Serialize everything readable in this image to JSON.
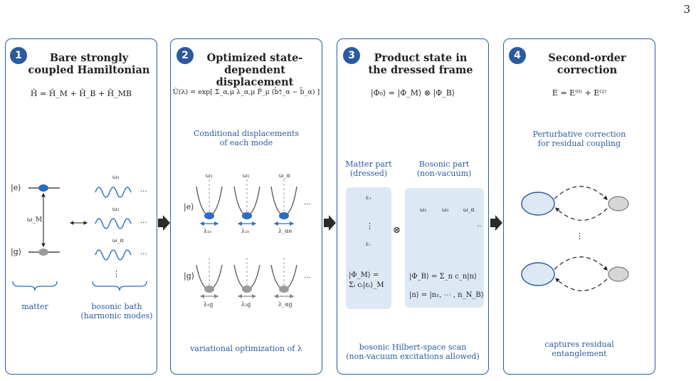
{
  "page_number": "3",
  "panels": [
    {
      "badge": "1",
      "title_line1": "Bare strongly",
      "title_line2": "coupled Hamiltonian",
      "equation": "Ĥ = Ĥ_M + Ĥ_B + Ĥ_MB",
      "labels": {
        "e": "|e⟩",
        "g": "|g⟩",
        "omega_m": "ω_M",
        "w1": "ω₁",
        "w2": "ω₂",
        "wa": "ω_α",
        "dots": "...",
        "vdots": "⋮",
        "matter": "matter",
        "bath_line1": "bosonic bath",
        "bath_line2": "(harmonic modes)"
      }
    },
    {
      "badge": "2",
      "title_line1": "Optimized state-",
      "title_line2": "dependent displacement",
      "equation": "Û(λ) = exp[ Σ_α,μ λ_α,μ P̂_μ (b̂†_α − b̂_α) ]",
      "caption_line1": "Conditional displacements",
      "caption_line2": "of each mode",
      "labels": {
        "e": "|e⟩",
        "g": "|g⟩",
        "w1": "ω₁",
        "w2": "ω₂",
        "wa": "ω_α",
        "l1e": "λ₁ₑ",
        "l2e": "λ₂ₑ",
        "lae": "λ_αe",
        "l1g": "λ₁g",
        "l2g": "λ₂g",
        "lag": "λ_αg",
        "dots": "..."
      },
      "footer": "variational optimization of λ"
    },
    {
      "badge": "3",
      "title_line1": "Product state in",
      "title_line2": "the dressed frame",
      "equation": "|Φ₀⟩ = |Φ_M⟩ ⊗ |Φ_B⟩",
      "matter_line1": "Matter part",
      "matter_line2": "(dressed)",
      "bosonic_line1": "Bosonic part",
      "bosonic_line2": "(non-vacuum)",
      "labels": {
        "eps_plus": "ε₊",
        "eps_minus": "ε₋",
        "vdots": "⋮",
        "otimes": "⊗",
        "phi_m_line1": "|Φ_M⟩ =",
        "phi_m_line2": "Σᵢ cᵢ|εᵢ⟩_M",
        "phi_b": "|Φ_B⟩ = Σ_n c_n|n⟩",
        "n_state": "|n⟩ = |n₁, ⋯ , n_N_B⟩",
        "w1": "ω₁",
        "w2": "ω₂",
        "wa": "ω_α",
        "dots": ".."
      },
      "footer_line1": "bosonic Hilbert-space scan",
      "footer_line2": "(non-vacuum excitations allowed)"
    },
    {
      "badge": "4",
      "title_line1": "Second-order",
      "title_line2": "correction",
      "equation": "E = E⁽⁰⁾ + E⁽²⁾",
      "caption_line1": "Perturbative correction",
      "caption_line2": "for residual coupling",
      "vdots": "⋮",
      "footer_line1": "captures residual",
      "footer_line2": "entanglement"
    }
  ],
  "colors": {
    "accent": "#2a5aa0",
    "dot_blue": "#2a6cc0",
    "dot_gray": "#9a9a9a",
    "box_fill": "#dde8f5",
    "arrow": "#2b2b2b"
  }
}
